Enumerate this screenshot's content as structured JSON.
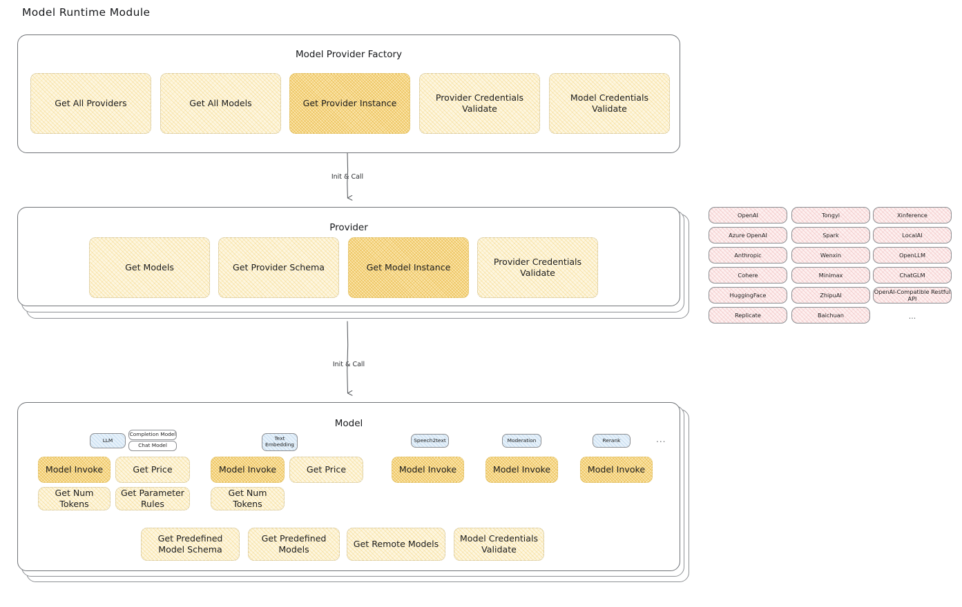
{
  "page": {
    "title": "Model Runtime Module"
  },
  "factory": {
    "title": "Model Provider Factory",
    "nodes": [
      {
        "label": "Get All Providers",
        "highlight": false
      },
      {
        "label": "Get All Models",
        "highlight": false
      },
      {
        "label": "Get Provider Instance",
        "highlight": true
      },
      {
        "label": "Provider Credentials Validate",
        "highlight": false
      },
      {
        "label": "Model Credentials Validate",
        "highlight": false
      }
    ]
  },
  "arrows": [
    {
      "label": "Init & Call"
    },
    {
      "label": "Init & Call"
    }
  ],
  "provider": {
    "title": "Provider",
    "nodes": [
      {
        "label": "Get Models",
        "highlight": false
      },
      {
        "label": "Get Provider Schema",
        "highlight": false
      },
      {
        "label": "Get Model Instance",
        "highlight": true
      },
      {
        "label": "Provider Credentials Validate",
        "highlight": false
      }
    ]
  },
  "provider_list": {
    "columns": [
      [
        "OpenAI",
        "Azure OpenAI",
        "Anthropic",
        "Cohere",
        "HuggingFace",
        "Replicate"
      ],
      [
        "Tongyi",
        "Spark",
        "Wenxin",
        "Minimax",
        "ZhipuAI",
        "Baichuan"
      ],
      [
        "Xinference",
        "LocalAI",
        "OpenLLM",
        "ChatGLM",
        "OpenAI-Compatible Restful API"
      ]
    ],
    "ellipsis": "..."
  },
  "model": {
    "title": "Model",
    "types": [
      {
        "name": "LLM",
        "sub": [
          "Completion Model",
          "Chat Model"
        ]
      },
      {
        "name": "Text Embedding",
        "sub": []
      },
      {
        "name": "Speech2text",
        "sub": []
      },
      {
        "name": "Moderation",
        "sub": []
      },
      {
        "name": "Rerank",
        "sub": []
      }
    ],
    "types_ellipsis": "...",
    "llm_ops": [
      {
        "label": "Model Invoke",
        "highlight": true
      },
      {
        "label": "Get Price",
        "highlight": false
      },
      {
        "label": "Get Num Tokens",
        "highlight": false
      },
      {
        "label": "Get Parameter Rules",
        "highlight": false
      }
    ],
    "embedding_ops": [
      {
        "label": "Model Invoke",
        "highlight": true
      },
      {
        "label": "Get Price",
        "highlight": false
      },
      {
        "label": "Get Num Tokens",
        "highlight": false
      }
    ],
    "speech2text_ops": [
      {
        "label": "Model Invoke",
        "highlight": true
      }
    ],
    "moderation_ops": [
      {
        "label": "Model Invoke",
        "highlight": true
      }
    ],
    "rerank_ops": [
      {
        "label": "Model Invoke",
        "highlight": true
      }
    ],
    "common_ops": [
      {
        "label": "Get Predefined Model Schema",
        "highlight": false
      },
      {
        "label": "Get Predefined Models",
        "highlight": false
      },
      {
        "label": "Get Remote Models",
        "highlight": false
      },
      {
        "label": "Model Credentials Validate",
        "highlight": false
      }
    ]
  },
  "colors": {
    "node_fill": "#fdf6e0",
    "node_highlight_fill": "#fbe6ad",
    "chip_fill": "#fdf0f0",
    "badge_fill": "#e6f1fa",
    "stroke": "#6f7276"
  }
}
